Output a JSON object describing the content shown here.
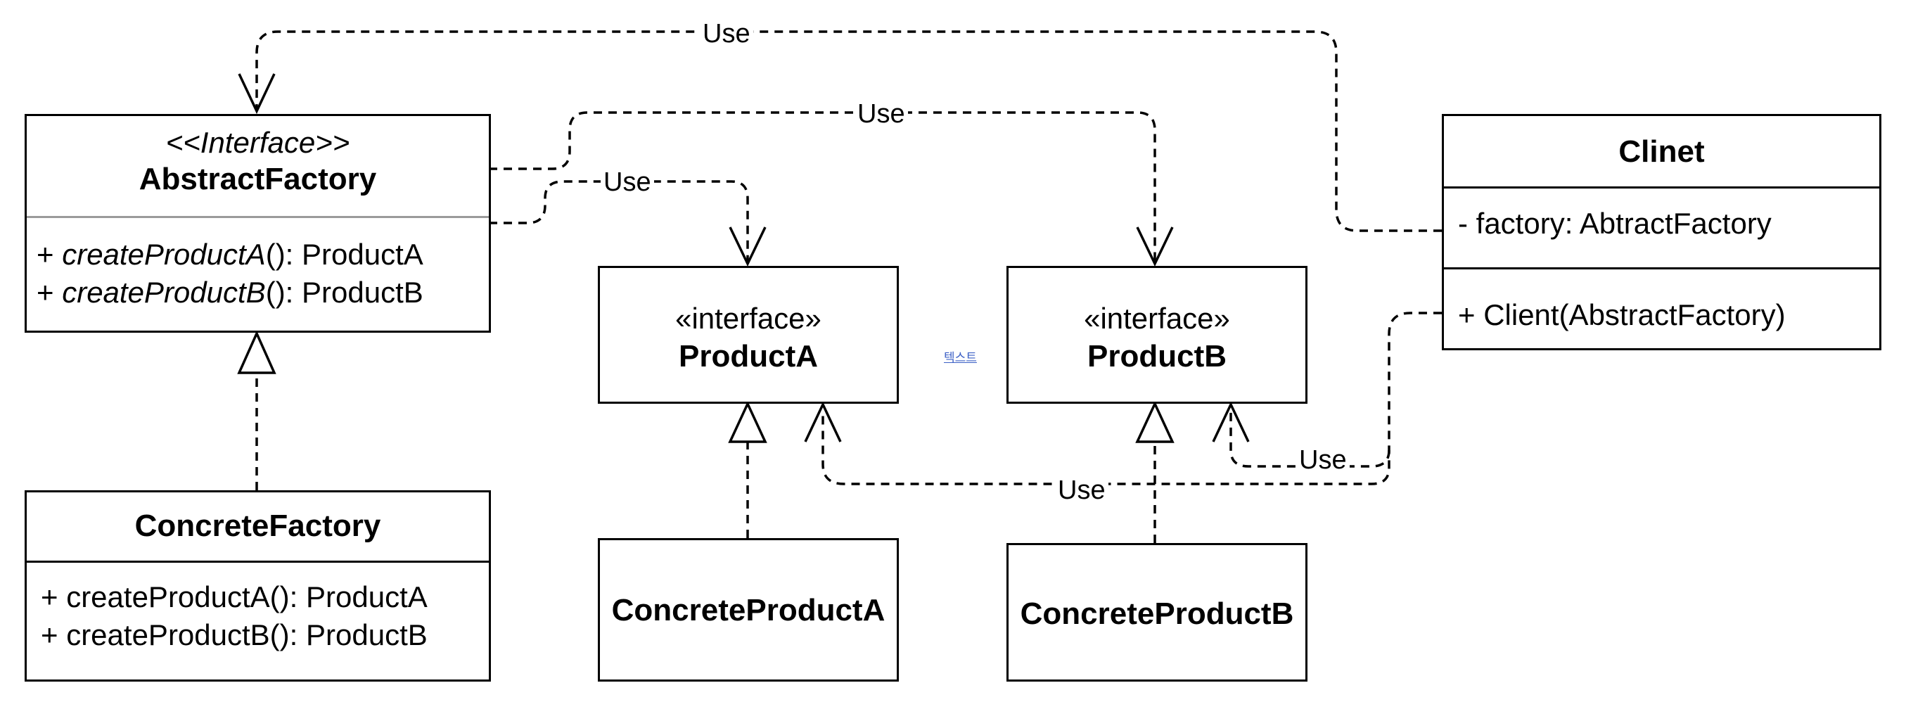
{
  "abstract_factory": {
    "stereotype": "<<Interface>>",
    "name": "AbstractFactory",
    "methods": [
      {
        "prefix": "+ ",
        "name": "createProductA",
        "suffix": "(): ProductA"
      },
      {
        "prefix": "+ ",
        "name": "createProductB",
        "suffix": "(): ProductB"
      }
    ]
  },
  "concrete_factory": {
    "name": "ConcreteFactory",
    "methods": [
      "+ createProductA(): ProductA",
      "+ createProductB(): ProductB"
    ]
  },
  "product_a": {
    "stereotype": "«interface»",
    "name": "ProductA"
  },
  "product_b": {
    "stereotype": "«interface»",
    "name": "ProductB"
  },
  "concrete_product_a": {
    "name": "ConcreteProductA"
  },
  "concrete_product_b": {
    "name": "ConcreteProductB"
  },
  "client": {
    "name": "Clinet",
    "attribute": "- factory: AbtractFactory",
    "method": "+ Client(AbstractFactory)"
  },
  "relations": {
    "use_label": "Use"
  },
  "stray_text": "텍스트"
}
